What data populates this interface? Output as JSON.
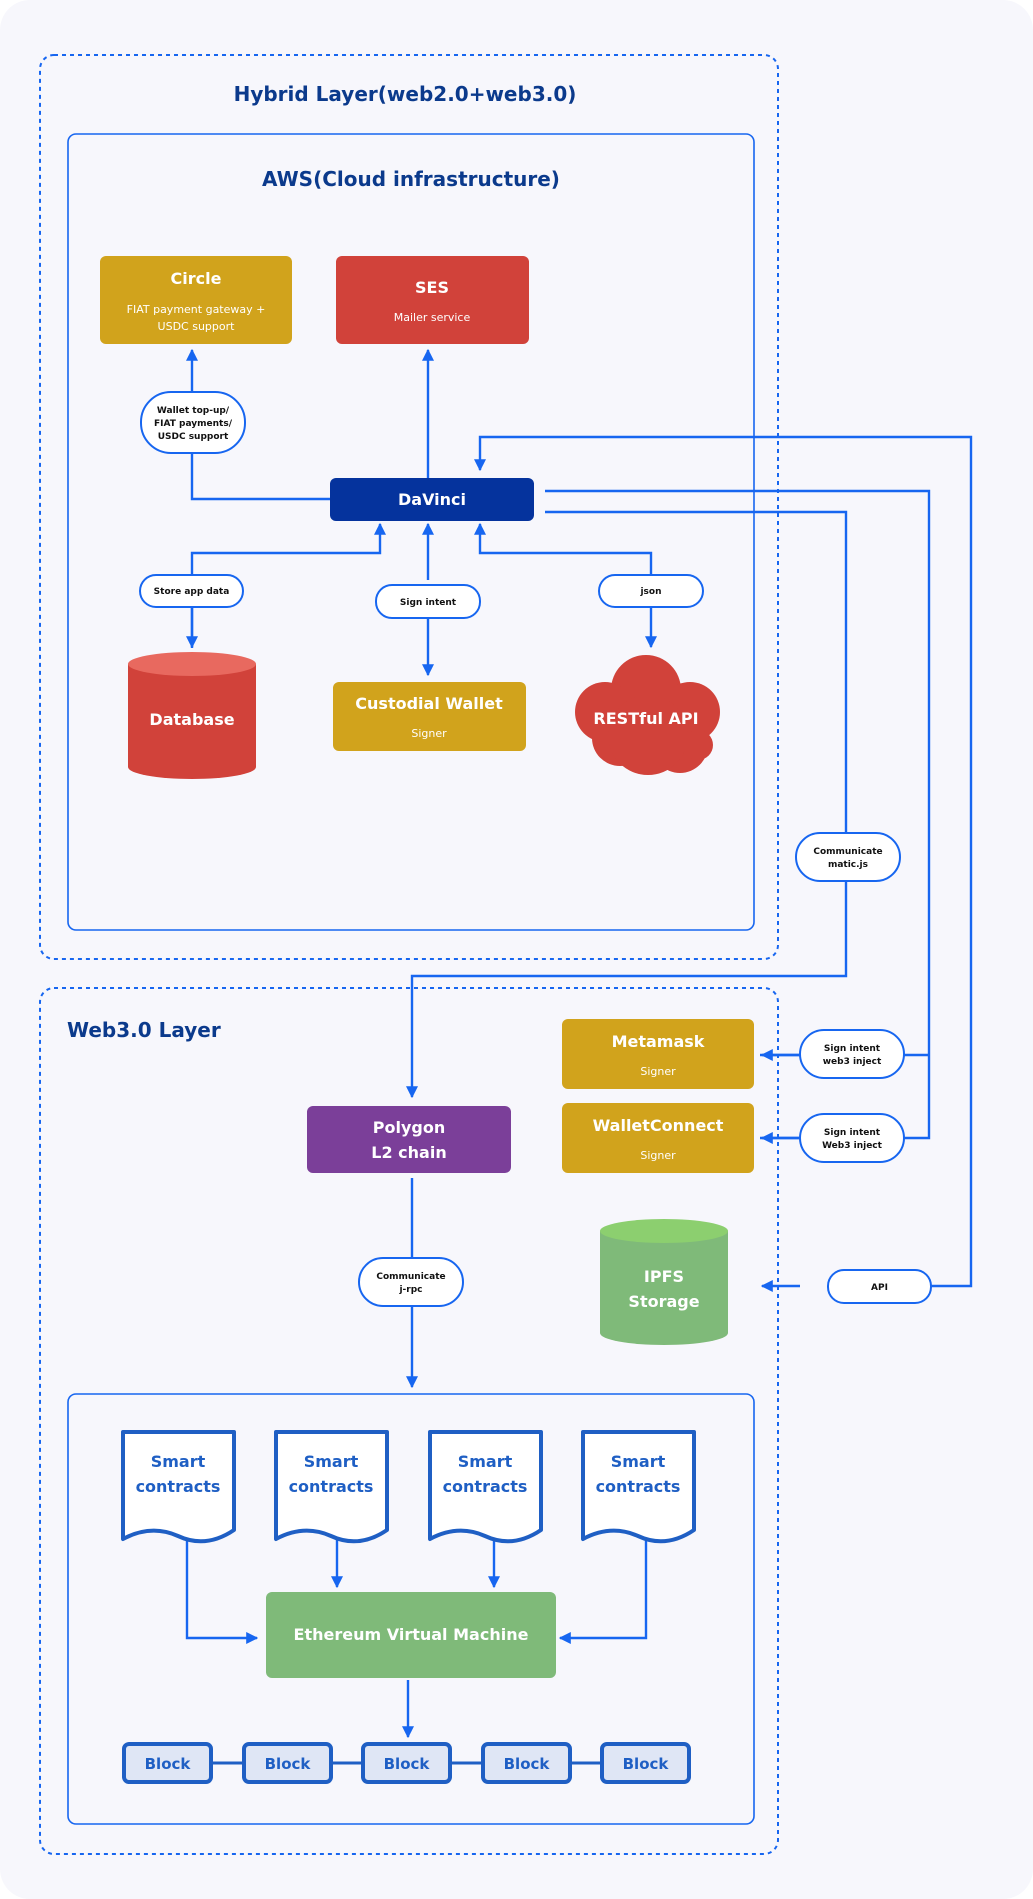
{
  "layers": {
    "hybrid": "Hybrid Layer(web2.0+web3.0)",
    "aws": "AWS(Cloud infrastructure)",
    "web3": "Web3.0 Layer"
  },
  "nodes": {
    "circle": {
      "title": "Circle",
      "sub1": "FIAT payment gateway +",
      "sub2": "USDC support"
    },
    "ses": {
      "title": "SES",
      "sub": "Mailer service"
    },
    "davinci": {
      "title": "DaVinci"
    },
    "database": {
      "title": "Database"
    },
    "custodial": {
      "title": "Custodial Wallet",
      "sub": "Signer"
    },
    "restful": {
      "title": "RESTful API"
    },
    "metamask": {
      "title": "Metamask",
      "sub": "Signer"
    },
    "walletconnect": {
      "title": "WalletConnect",
      "sub": "Signer"
    },
    "polygon": {
      "line1": "Polygon",
      "line2": "L2 chain"
    },
    "ipfs": {
      "line1": "IPFS",
      "line2": "Storage"
    },
    "evm": {
      "title": "Ethereum Virtual Machine"
    }
  },
  "edge_labels": {
    "wallet_topup": [
      "Wallet top-up/",
      "FIAT payments/",
      "USDC support"
    ],
    "store_app_data": "Store app data",
    "sign_intent": "Sign intent",
    "json": "json",
    "communicate_matic": [
      "Communicate",
      "matic.js"
    ],
    "sign_web3_inject_1": [
      "Sign intent",
      "web3 inject"
    ],
    "sign_web3_inject_2": [
      "Sign intent",
      "Web3 inject"
    ],
    "communicate_jrpc": [
      "Communicate",
      "j-rpc"
    ],
    "api": "API"
  },
  "smart_contracts": [
    {
      "line1": "Smart",
      "line2": "contracts"
    },
    {
      "line1": "Smart",
      "line2": "contracts"
    },
    {
      "line1": "Smart",
      "line2": "contracts"
    },
    {
      "line1": "Smart",
      "line2": "contracts"
    }
  ],
  "blocks": [
    "Block",
    "Block",
    "Block",
    "Block",
    "Block"
  ],
  "colors": {
    "gold": "#d1a31c",
    "red": "#d1423a",
    "navy": "#05339d",
    "purple": "#7b3f99",
    "green": "#7fba79",
    "flow": "#1766f0",
    "title": "#0b3a8c"
  }
}
